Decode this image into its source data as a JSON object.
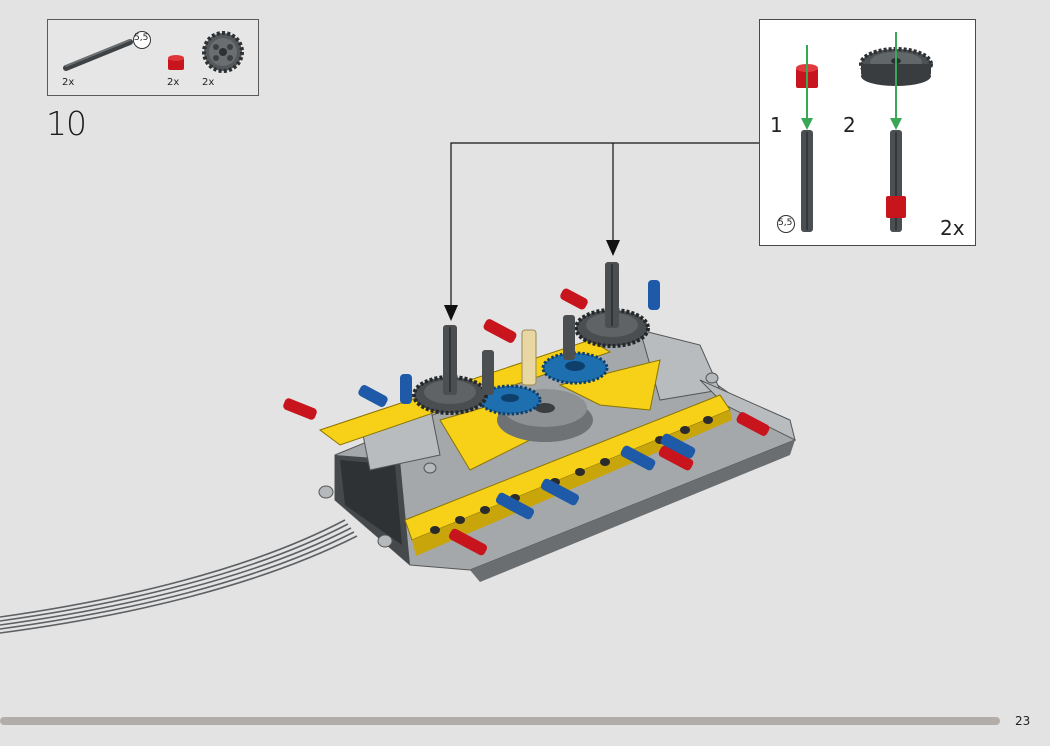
{
  "parts_list": {
    "items": [
      {
        "icon": "axle-5-5-icon",
        "quantity": "2x",
        "size_badge": "5,5"
      },
      {
        "icon": "red-bush-icon",
        "quantity": "2x"
      },
      {
        "icon": "gear-24-tooth-icon",
        "quantity": "2x"
      }
    ]
  },
  "step": {
    "number": "10"
  },
  "sub_assembly": {
    "steps": [
      {
        "number": "1",
        "size_badge": "5,5"
      },
      {
        "number": "2"
      }
    ],
    "multiplier": "2x"
  },
  "page": {
    "number": "23"
  },
  "colors": {
    "yellow": "#f7d117",
    "red": "#c8141c",
    "blue": "#1e5aa8",
    "dark_gray": "#4b4f52",
    "light_gray": "#a0a4a6",
    "green_arrow": "#3aa757"
  }
}
